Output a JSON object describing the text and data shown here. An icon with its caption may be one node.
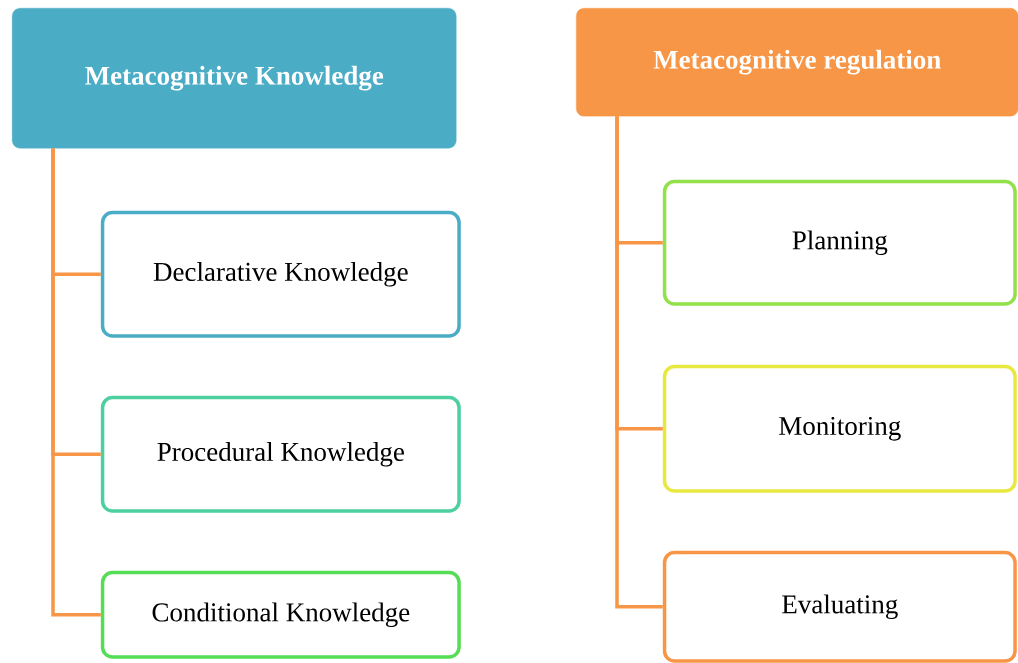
{
  "diagram": {
    "nodes": [
      {
        "text": [
          "Metacognitive Knowledge"
        ]
      },
      {
        "text": [
          "Declarative Knowledge"
        ]
      },
      {
        "text": [
          "Procedural Knowledge"
        ]
      },
      {
        "text": [
          "Conditional Knowledge"
        ]
      },
      {
        "text": [
          "Metacognitive regulation"
        ]
      },
      {
        "text": [
          "Planning"
        ]
      },
      {
        "text": [
          "Monitoring"
        ]
      },
      {
        "text": [
          "Evaluating"
        ]
      }
    ],
    "edges": [
      {
        "from": 0,
        "to": 1,
        "arrow": "none"
      },
      {
        "from": 0,
        "to": 2,
        "arrow": "none"
      },
      {
        "from": 0,
        "to": 3,
        "arrow": "none"
      },
      {
        "from": 4,
        "to": 5,
        "arrow": "none"
      },
      {
        "from": 4,
        "to": 6,
        "arrow": "none"
      },
      {
        "from": 4,
        "to": 7,
        "arrow": "none"
      }
    ]
  }
}
